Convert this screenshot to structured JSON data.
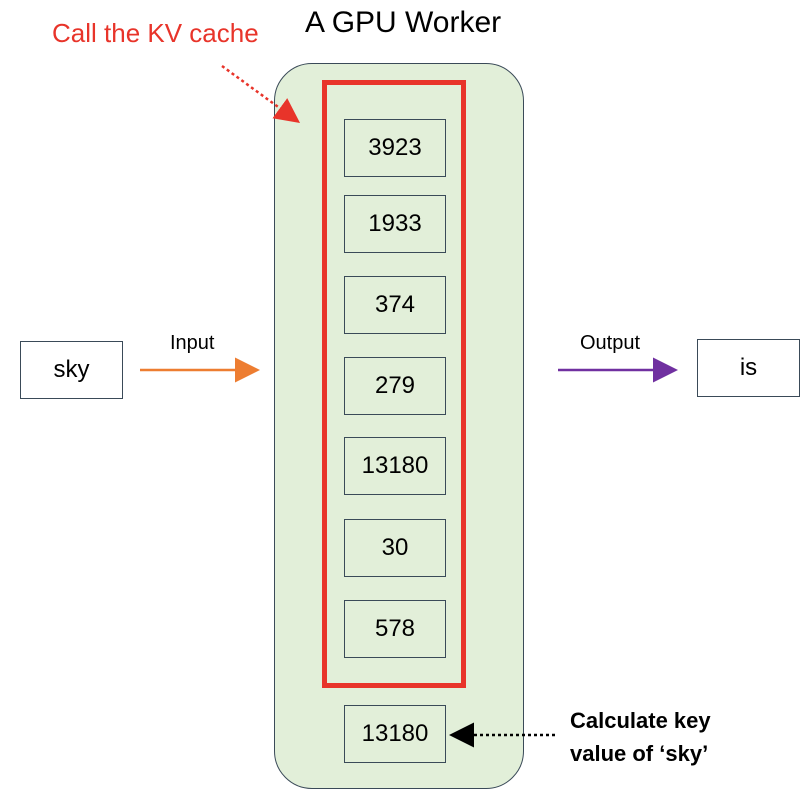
{
  "title": "A GPU Worker",
  "kv_cache_label": "Call the KV cache",
  "input_token": "sky",
  "input_label": "Input",
  "output_label": "Output",
  "output_token": "is",
  "cache_values": [
    "3923",
    "1933",
    "374",
    "279",
    "13180",
    "30",
    "578"
  ],
  "new_value": "13180",
  "note_line1": "Calculate key",
  "note_line2": "value of ‘sky’",
  "colors": {
    "kv_red": "#e8342a",
    "input_arrow": "#ed7d31",
    "output_arrow": "#7030a0",
    "worker_fill": "#e2efd9"
  }
}
